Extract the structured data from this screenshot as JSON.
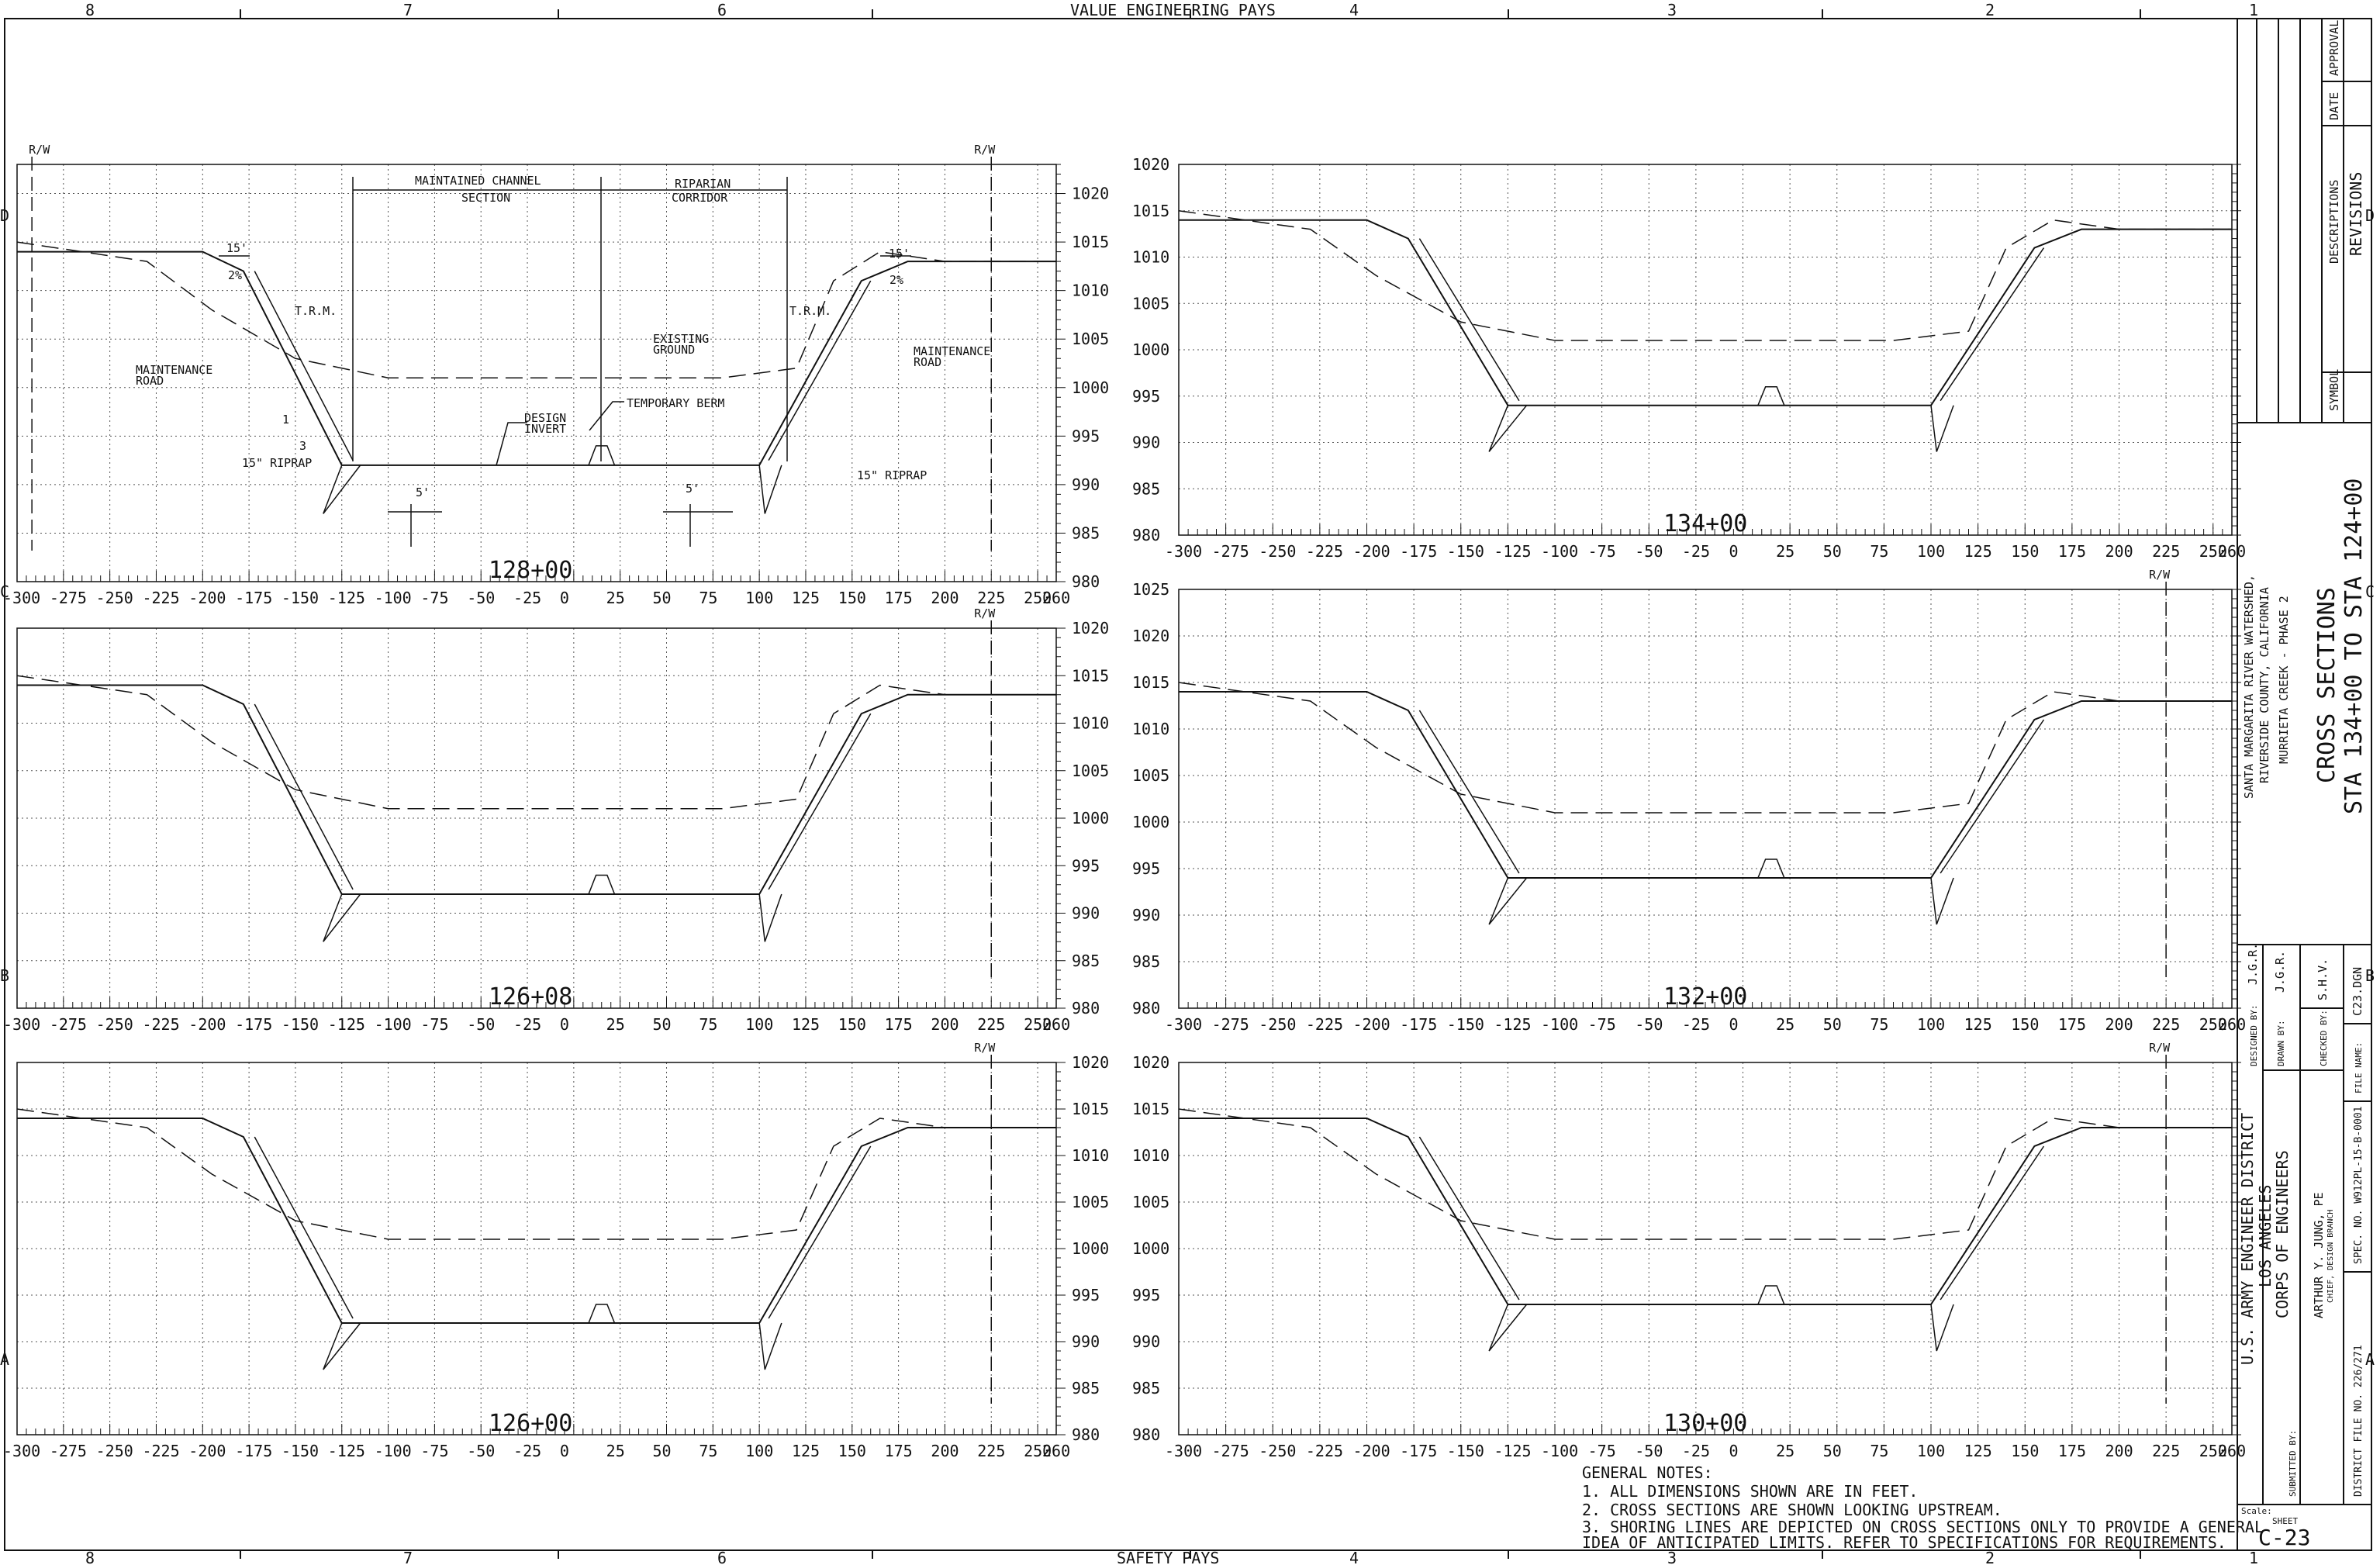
{
  "sheet": {
    "top_banner": "VALUE ENGINEERING PAYS",
    "bottom_banner": "SAFETY PAYS",
    "column_markers": [
      "8",
      "7",
      "6",
      "5",
      "4",
      "3",
      "2",
      "1"
    ],
    "row_markers": [
      "D",
      "C",
      "B",
      "A"
    ]
  },
  "common_axes": {
    "x_ticks": [
      "-300",
      "-275",
      "-250",
      "-225",
      "-200",
      "-175",
      "-150",
      "-125",
      "-100",
      "-75",
      "-50",
      "-25",
      "0",
      "25",
      "50",
      "75",
      "100",
      "125",
      "150",
      "175",
      "200",
      "225",
      "250",
      "260"
    ],
    "y_ticks_left": [
      "1020",
      "1015",
      "1010",
      "1005",
      "1000",
      "995",
      "990",
      "985",
      "980"
    ],
    "y_ticks_right": [
      "1025",
      "1020",
      "1015",
      "1010",
      "1005",
      "1000",
      "995",
      "990",
      "985",
      "980"
    ]
  },
  "sections": [
    {
      "station": "128+00",
      "rw_left": "R/W",
      "rw_right": "R/W"
    },
    {
      "station": "134+00"
    },
    {
      "station": "126+08",
      "rw_right": "R/W"
    },
    {
      "station": "132+00",
      "rw_right": "R/W"
    },
    {
      "station": "126+00",
      "rw_right": "R/W"
    },
    {
      "station": "130+00",
      "rw_right": "R/W"
    }
  ],
  "annotations": {
    "maintained_channel_1": "MAINTAINED CHANNEL",
    "maintained_channel_2": "SECTION",
    "riparian_1": "RIPARIAN",
    "riparian_2": "CORRIDOR",
    "width_15_left": "15'",
    "width_15_right": "15'",
    "slope_2pct_left": "2%",
    "slope_2pct_right": "2%",
    "trm_left": "T.R.M.",
    "trm_right": "T.R.M.",
    "maint_road_left_1": "MAINTENANCE",
    "maint_road_left_2": "ROAD",
    "maint_road_right_1": "MAINTENANCE",
    "maint_road_right_2": "ROAD",
    "existing_ground_1": "EXISTING",
    "existing_ground_2": "GROUND",
    "design_invert_1": "DESIGN",
    "design_invert_2": "INVERT",
    "temporary_berm": "TEMPORARY BERM",
    "slope_rise": "1",
    "slope_run": "3",
    "riprap_left": "15\" RIPRAP",
    "riprap_right": "15\" RIPRAP",
    "depth_5_left": "5'",
    "depth_5_right": "5'"
  },
  "general_notes": {
    "title": "GENERAL NOTES:",
    "lines": [
      "1. ALL DIMENSIONS SHOWN ARE IN FEET.",
      "2. CROSS SECTIONS ARE SHOWN LOOKING UPSTREAM.",
      "3. SHORING LINES ARE DEPICTED ON CROSS SECTIONS ONLY TO PROVIDE A GENERAL",
      "    IDEA OF ANTICIPATED LIMITS. REFER TO SPECIFICATIONS FOR REQUIREMENTS."
    ]
  },
  "title_block": {
    "rev_headers": [
      "SYMBOL",
      "DESCRIPTIONS",
      "DATE",
      "APPROVAL"
    ],
    "rev_title": "REVISIONS",
    "sheet_title_1": "CROSS SECTIONS",
    "sheet_title_2": "STA 134+00 TO STA 124+00",
    "project_1": "SANTA MARGARITA RIVER WATERSHED,",
    "project_2": "RIVERSIDE COUNTY, CALIFORNIA",
    "project_3": "MURRIETA CREEK - PHASE 2",
    "designed_by_label": "DESIGNED BY:",
    "designed_by": "J.G.R.",
    "drawn_by_label": "DRAWN BY:",
    "drawn_by": "J.G.R.",
    "checked_by_label": "CHECKED BY:",
    "checked_by": "S.H.V.",
    "file_name_label": "FILE NAME:",
    "file_name": "C23.DGN",
    "agency_1": "U.S. ARMY ENGINEER DISTRICT",
    "agency_2": "LOS ANGELES",
    "agency_3": "CORPS OF ENGINEERS",
    "submitted_by_label": "SUBMITTED BY:",
    "engineer": "ARTHUR Y. JUNG, PE",
    "engineer_title": "CHIEF, DESIGN BRANCH",
    "spec_no": "SPEC. NO. W912PL-15-B-0001",
    "district_file": "DISTRICT FILE NO. 226/271",
    "scale_label": "Scale:",
    "sheet_label": "SHEET",
    "sheet_number": "C-23"
  }
}
